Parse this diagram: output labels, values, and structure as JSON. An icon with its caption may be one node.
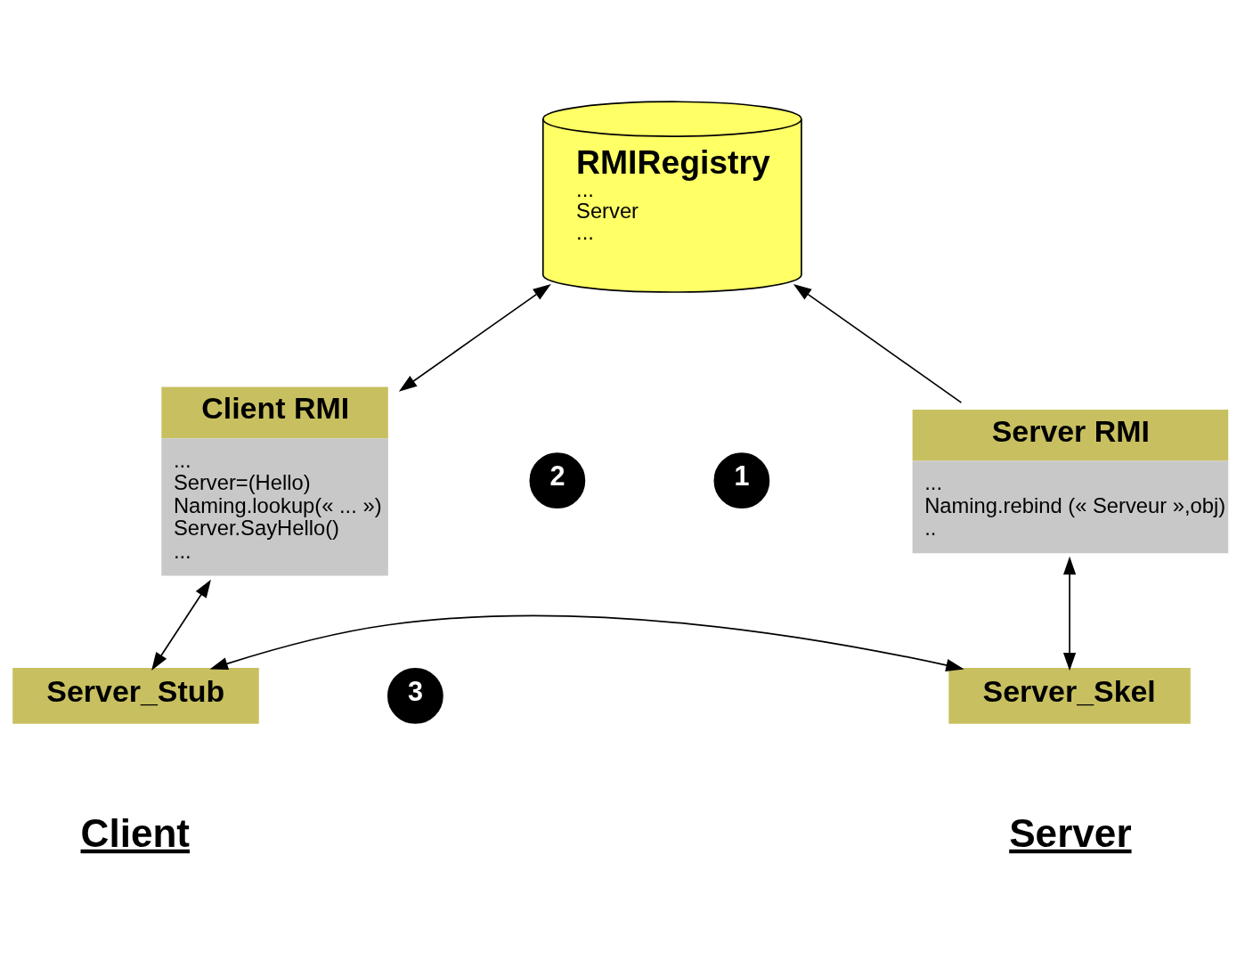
{
  "diagram": {
    "nodes": [
      {
        "text": [
          "RMIRegistry",
          "...",
          "Server",
          "..."
        ]
      },
      {
        "text": [
          "Client RMI",
          "...",
          "Server=(Hello)",
          "Naming.lookup(« ... »)",
          "Server.SayHello()",
          "..."
        ]
      },
      {
        "text": [
          "Server RMI",
          "...",
          "Naming.rebind (« Serveur »,obj)",
          ".."
        ]
      },
      {
        "text": [
          "Server_Stub"
        ]
      },
      {
        "text": [
          "Server_Skel"
        ]
      }
    ],
    "edges": [
      {
        "from": 2,
        "to": 0,
        "arrow": "to"
      },
      {
        "from": 0,
        "to": 1,
        "arrow": "both"
      },
      {
        "from": 1,
        "to": 3,
        "arrow": "both"
      },
      {
        "from": 2,
        "to": 4,
        "arrow": "both"
      },
      {
        "from": 3,
        "to": 4,
        "arrow": "both"
      }
    ],
    "labels": [
      "2",
      "1",
      "3",
      "Client",
      "Server"
    ]
  }
}
